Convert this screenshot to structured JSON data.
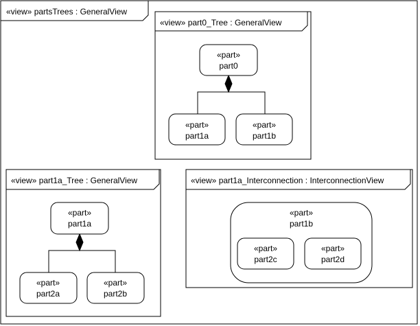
{
  "diagram": {
    "root_view": {
      "label": "«view» partsTrees : GeneralView"
    },
    "views": [
      {
        "id": "part0_tree",
        "label": "«view» part0_Tree : GeneralView",
        "parts": [
          {
            "stereotype": "«part»",
            "name": "part0"
          },
          {
            "stereotype": "«part»",
            "name": "part1a"
          },
          {
            "stereotype": "«part»",
            "name": "part1b"
          }
        ]
      },
      {
        "id": "part1a_tree",
        "label": "«view» part1a_Tree : GeneralView",
        "parts": [
          {
            "stereotype": "«part»",
            "name": "part1a"
          },
          {
            "stereotype": "«part»",
            "name": "part2a"
          },
          {
            "stereotype": "«part»",
            "name": "part2b"
          }
        ]
      },
      {
        "id": "part1a_interconnection",
        "label": "«view» part1a_Interconnection : InterconnectionView",
        "parts": [
          {
            "stereotype": "«part»",
            "name": "part1b"
          },
          {
            "stereotype": "«part»",
            "name": "part2c"
          },
          {
            "stereotype": "«part»",
            "name": "part2d"
          }
        ]
      }
    ]
  }
}
